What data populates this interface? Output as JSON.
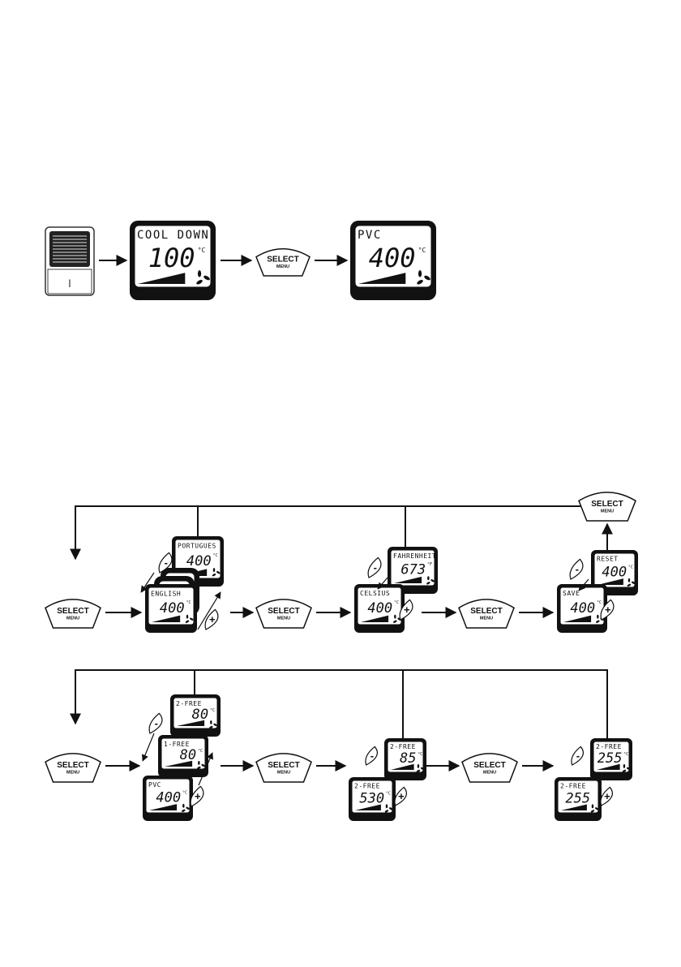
{
  "icons": {
    "power_switch": "rocker-switch-icon",
    "fan": "fan-icon",
    "level_bar": "temperature-bar-icon",
    "minus": "minus-button-icon",
    "plus": "plus-button-icon"
  },
  "buttons": {
    "select_label": "SELECT",
    "select_sub": "MENU",
    "minus_label": "-",
    "plus_label": "+"
  },
  "startup": {
    "power_mark": "I",
    "cooldown_display": {
      "label": "COOL DOWN",
      "value": "100",
      "unit": "°C"
    },
    "pvc_display": {
      "label": "PVC",
      "value": "400",
      "unit": "°C"
    }
  },
  "language_row": {
    "english": {
      "label": "ENGLISH",
      "value": "400",
      "unit": "°C"
    },
    "portugues": {
      "label": "PORTUGUES",
      "value": "400",
      "unit": "°C"
    },
    "celsius": {
      "label": "CELSIUS",
      "value": "400",
      "unit": "°C"
    },
    "fahrenheit": {
      "label": "FAHRENHEIT",
      "value": "673",
      "unit": "°F"
    },
    "save": {
      "label": "SAVE",
      "value": "400",
      "unit": "°C"
    },
    "reset": {
      "label": "RESET",
      "value": "400",
      "unit": "°C"
    }
  },
  "program_row": {
    "pvc": {
      "label": "PVC",
      "value": "400",
      "unit": "°C"
    },
    "free1": {
      "label": "1-FREE",
      "value": "80",
      "unit": "°C"
    },
    "free2": {
      "label": "2-FREE",
      "value": "80",
      "unit": "°C"
    },
    "temp_low": {
      "label": "2-FREE",
      "value": "530",
      "unit": "°C"
    },
    "temp_high": {
      "label": "2-FREE",
      "value": "85",
      "unit": "°C"
    },
    "fan_low": {
      "label": "2-FREE",
      "value": "255",
      "unit": ""
    },
    "fan_high": {
      "label": "2-FREE",
      "value": "255",
      "unit": "°C"
    }
  }
}
